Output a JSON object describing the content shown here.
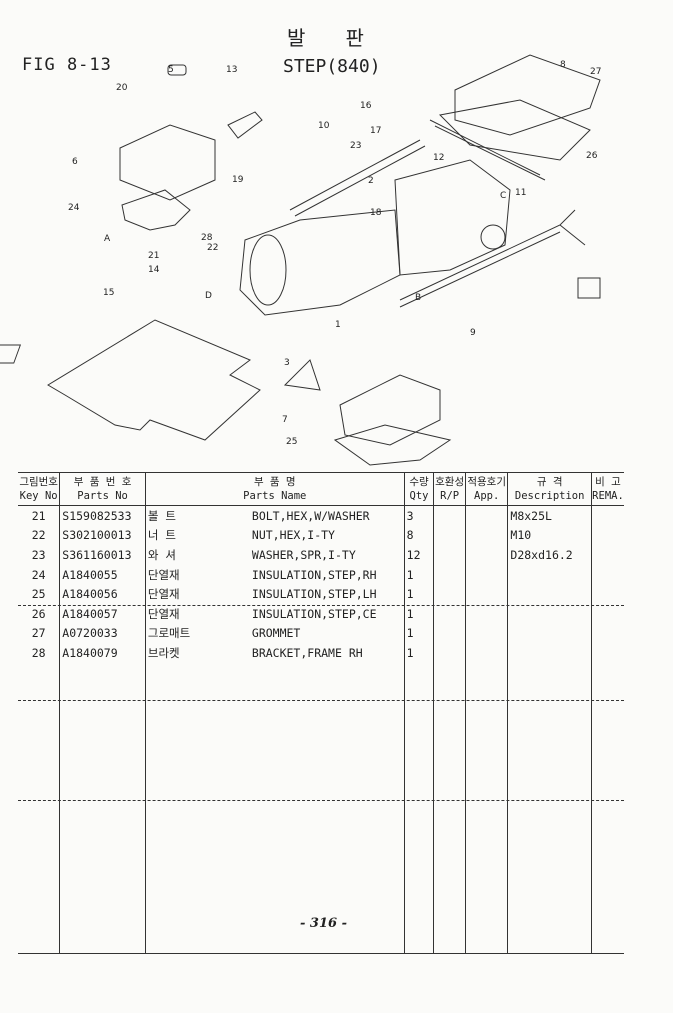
{
  "header": {
    "figure": "FIG 8-13",
    "title_korean": "발 판",
    "title_english": "STEP(840)"
  },
  "callouts": [
    "5",
    "13",
    "20",
    "6",
    "24",
    "A",
    "19",
    "28",
    "22",
    "21",
    "14",
    "15",
    "D",
    "10",
    "16",
    "17",
    "23",
    "2",
    "18",
    "12",
    "C",
    "8",
    "27",
    "26",
    "11",
    "9",
    "B",
    "3",
    "7",
    "25",
    "1"
  ],
  "table": {
    "headers": [
      {
        "ko": "그림번호",
        "en": "Key No"
      },
      {
        "ko": "부 품 번 호",
        "en": "Parts No"
      },
      {
        "ko": "부 품 명",
        "en": "Parts Name"
      },
      {
        "ko": "수량",
        "en": "Qty"
      },
      {
        "ko": "호환성",
        "en": "R/P"
      },
      {
        "ko": "적용호기",
        "en": "App."
      },
      {
        "ko": "규 격",
        "en": "Description"
      },
      {
        "ko": "비 고",
        "en": "REMA."
      }
    ],
    "rows": [
      {
        "key": "21",
        "part": "S159082533",
        "ko": "볼 트",
        "name": "BOLT,HEX,W/WASHER",
        "qty": "3",
        "desc": "M8x25L"
      },
      {
        "key": "22",
        "part": "S302100013",
        "ko": "너 트",
        "name": "NUT,HEX,I-TY",
        "qty": "8",
        "desc": "M10"
      },
      {
        "key": "23",
        "part": "S361160013",
        "ko": "와 셔",
        "name": "WASHER,SPR,I-TY",
        "qty": "12",
        "desc": "D28xd16.2"
      },
      {
        "key": "24",
        "part": "A1840055",
        "ko": "단열재",
        "name": "INSULATION,STEP,RH",
        "qty": "1",
        "desc": ""
      },
      {
        "key": "25",
        "part": "A1840056",
        "ko": "단열재",
        "name": "INSULATION,STEP,LH",
        "qty": "1",
        "desc": ""
      },
      {
        "key": "26",
        "part": "A1840057",
        "ko": "단열재",
        "name": "INSULATION,STEP,CE",
        "qty": "1",
        "desc": ""
      },
      {
        "key": "27",
        "part": "A0720033",
        "ko": "그로매트",
        "name": "GROMMET",
        "qty": "1",
        "desc": ""
      },
      {
        "key": "28",
        "part": "A1840079",
        "ko": "브라켓",
        "name": "BRACKET,FRAME RH",
        "qty": "1",
        "desc": ""
      }
    ]
  },
  "footer": {
    "page": "- 316 -"
  }
}
